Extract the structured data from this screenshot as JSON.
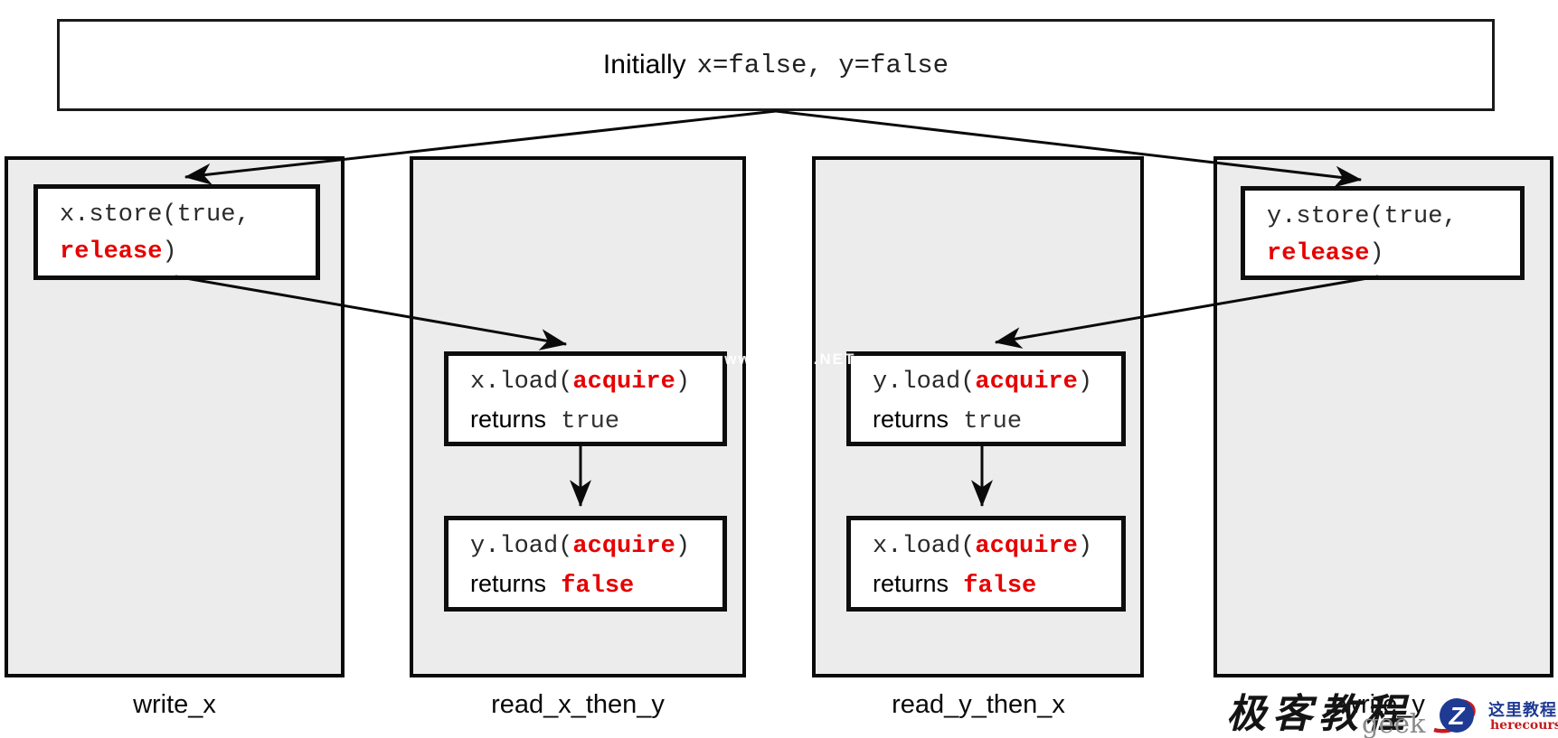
{
  "colors": {
    "accent-red": "#e60000",
    "column-bg": "#ececec",
    "line-black": "#0d0d0d",
    "logo-navy": "#1f3a93",
    "logo-red": "#c41a1f"
  },
  "header": {
    "prefix": "Initially",
    "code": "x=false, y=false"
  },
  "threads": [
    {
      "label": "write_x",
      "store": {
        "line1": "x.store(true,",
        "keyword": "release",
        "close": ")"
      }
    },
    {
      "label": "read_x_then_y",
      "load1": {
        "call": "x.load(",
        "keyword": "acquire",
        "close": ")",
        "returns_word": "returns",
        "value": "true"
      },
      "load2": {
        "call": "y.load(",
        "keyword": "acquire",
        "close": ")",
        "returns_word": "returns",
        "value": "false"
      }
    },
    {
      "label": "read_y_then_x",
      "load1": {
        "call": "y.load(",
        "keyword": "acquire",
        "close": ")",
        "returns_word": "returns",
        "value": "true"
      },
      "load2": {
        "call": "x.load(",
        "keyword": "acquire",
        "close": ")",
        "returns_word": "returns",
        "value": "false"
      }
    },
    {
      "label": "write_y",
      "store": {
        "line1": "y.store(true,",
        "keyword": "release",
        "close": ")"
      }
    }
  ],
  "watermarks": {
    "faint_center": "www.nhooo.NET",
    "calligraphy": "极客教程",
    "gray_word": "geek",
    "logo_letter": "Z",
    "site_name": "这里教程网",
    "site_domain": "herecours.com"
  }
}
